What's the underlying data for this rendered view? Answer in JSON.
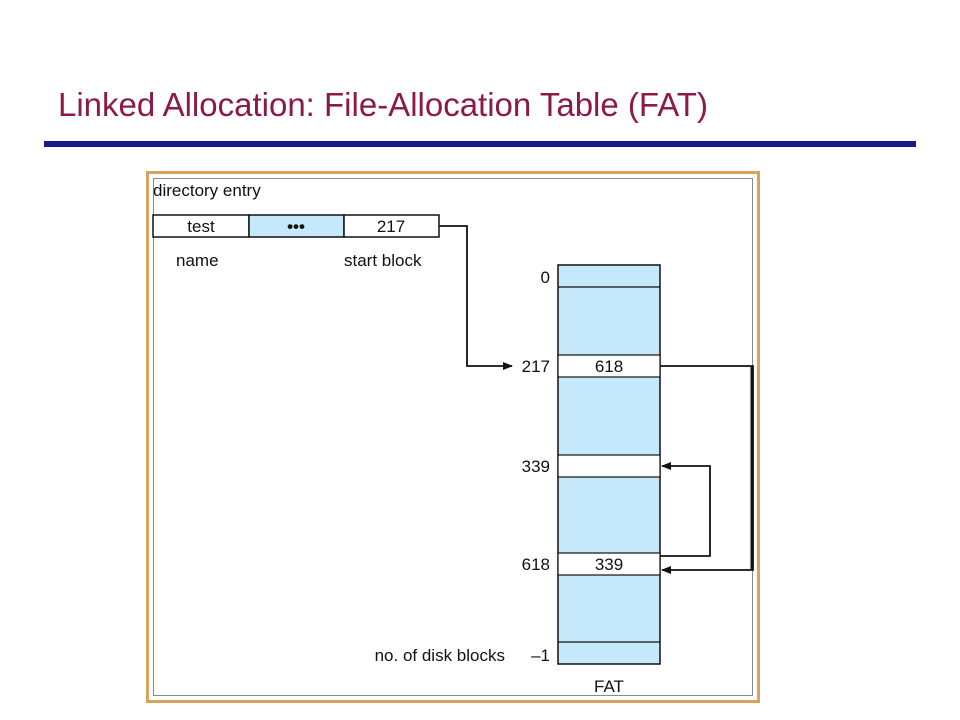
{
  "slide": {
    "title": "Linked Allocation: File-Allocation Table (FAT)"
  },
  "colors": {
    "title": "#8b1a4a",
    "rule": "#1a1a8c",
    "frame_border": "#d9a35b",
    "cell_fill": "#c5e8fa"
  },
  "directory": {
    "heading": "directory entry",
    "name_value": "test",
    "middle_value": "•••",
    "start_value": "217",
    "name_label": "name",
    "start_label": "start block"
  },
  "fat": {
    "caption": "FAT",
    "entries": [
      {
        "index": "0",
        "value": ""
      },
      {
        "index": "217",
        "value": "618"
      },
      {
        "index": "339",
        "value": ""
      },
      {
        "index": "618",
        "value": "339"
      },
      {
        "index": "–1",
        "value": ""
      }
    ],
    "blocks_label": "no. of disk blocks"
  }
}
